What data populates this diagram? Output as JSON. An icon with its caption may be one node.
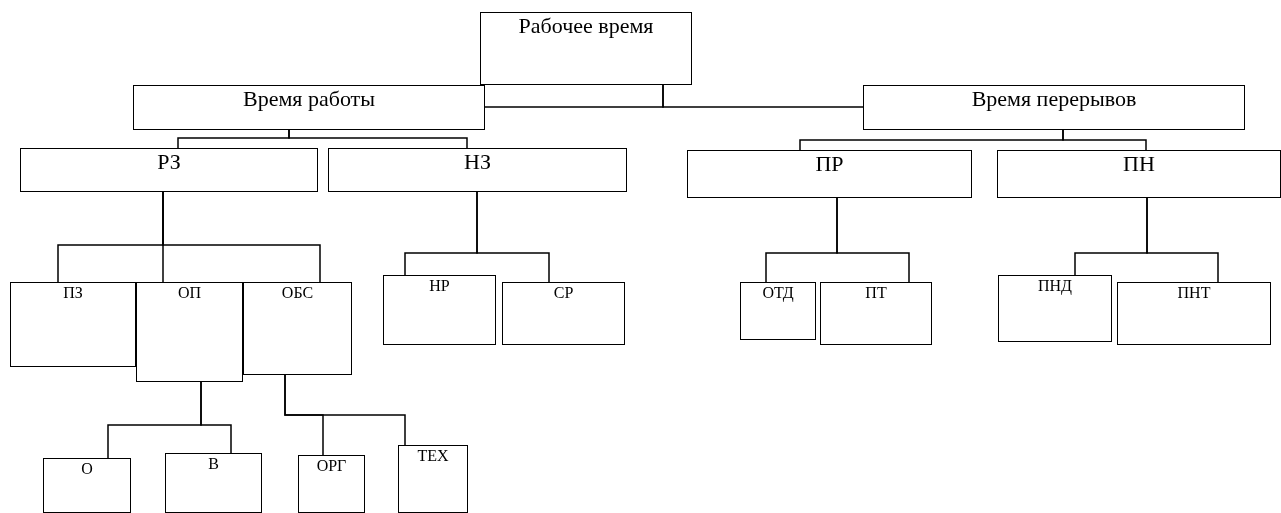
{
  "diagram": {
    "nodes": [
      {
        "text": [
          "Рабочее время"
        ]
      },
      {
        "text": [
          "Время работы"
        ]
      },
      {
        "text": [
          "РЗ"
        ]
      },
      {
        "text": [
          "ПЗ"
        ]
      },
      {
        "text": [
          "ОП"
        ]
      },
      {
        "text": [
          "ОБС"
        ]
      },
      {
        "text": [
          "О"
        ]
      },
      {
        "text": [
          "В"
        ]
      },
      {
        "text": [
          "ОРГ"
        ]
      },
      {
        "text": [
          "ТЕХ"
        ]
      },
      {
        "text": [
          "НЗ"
        ]
      },
      {
        "text": [
          "НР"
        ]
      },
      {
        "text": [
          "СР"
        ]
      },
      {
        "text": [
          "Время перерывов"
        ]
      },
      {
        "text": [
          "ПР"
        ]
      },
      {
        "text": [
          "ОТД"
        ]
      },
      {
        "text": [
          "ПТ"
        ]
      },
      {
        "text": [
          "ПН"
        ]
      },
      {
        "text": [
          "ПНД"
        ]
      },
      {
        "text": [
          "ПНТ"
        ]
      }
    ],
    "edges": [
      {
        "from": 0,
        "to": 1,
        "arrow": "none"
      },
      {
        "from": 0,
        "to": 13,
        "arrow": "none"
      },
      {
        "from": 1,
        "to": 2,
        "arrow": "none"
      },
      {
        "from": 1,
        "to": 10,
        "arrow": "none"
      },
      {
        "from": 2,
        "to": 3,
        "arrow": "none"
      },
      {
        "from": 2,
        "to": 4,
        "arrow": "none"
      },
      {
        "from": 2,
        "to": 5,
        "arrow": "none"
      },
      {
        "from": 4,
        "to": 6,
        "arrow": "none"
      },
      {
        "from": 4,
        "to": 7,
        "arrow": "none"
      },
      {
        "from": 5,
        "to": 8,
        "arrow": "none"
      },
      {
        "from": 5,
        "to": 9,
        "arrow": "none"
      },
      {
        "from": 10,
        "to": 11,
        "arrow": "none"
      },
      {
        "from": 10,
        "to": 12,
        "arrow": "none"
      },
      {
        "from": 13,
        "to": 14,
        "arrow": "none"
      },
      {
        "from": 13,
        "to": 17,
        "arrow": "none"
      },
      {
        "from": 14,
        "to": 15,
        "arrow": "none"
      },
      {
        "from": 14,
        "to": 16,
        "arrow": "none"
      },
      {
        "from": 17,
        "to": 18,
        "arrow": "none"
      },
      {
        "from": 17,
        "to": 19,
        "arrow": "none"
      }
    ]
  }
}
